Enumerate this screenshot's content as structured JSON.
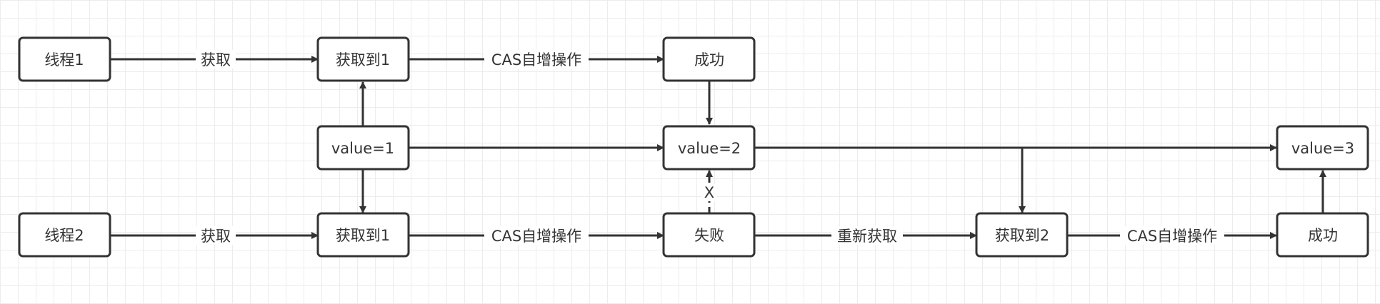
{
  "nodes": {
    "thread1": "线程1",
    "t1_get": "获取到1",
    "t1_success": "成功",
    "value1": "value=1",
    "value2": "value=2",
    "value3": "value=3",
    "thread2": "线程2",
    "t2_get1": "获取到1",
    "t2_fail": "失败",
    "t2_get2": "获取到2",
    "t2_success": "成功"
  },
  "edges": {
    "fetch": "获取",
    "cas_increment": "CAS自增操作",
    "refetch": "重新获取",
    "blocked": "X"
  }
}
